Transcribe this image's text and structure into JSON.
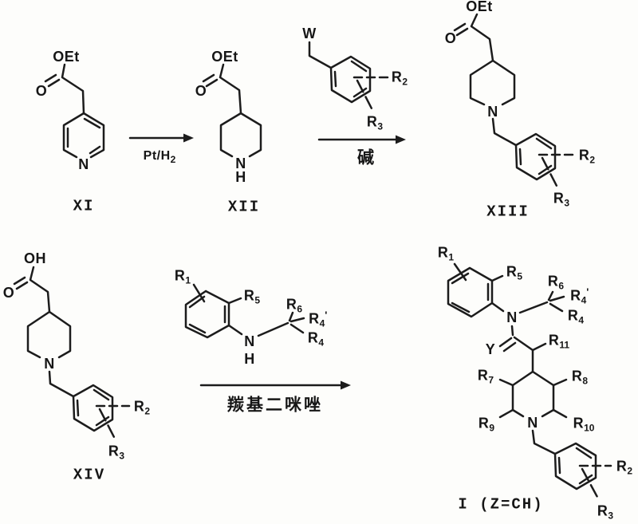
{
  "compounds": {
    "xi": {
      "oet": "OEt",
      "o": "O",
      "n": "N",
      "label": "XI"
    },
    "xii": {
      "oet": "OEt",
      "o": "O",
      "n": "N",
      "h": "H",
      "label": "XII"
    },
    "benzyl_halide": {
      "w": "W",
      "r2": {
        "b": "R",
        "s": "2"
      },
      "r3": {
        "b": "R",
        "s": "3"
      }
    },
    "xiii": {
      "oet": "OEt",
      "o": "O",
      "n": "N",
      "r2": {
        "b": "R",
        "s": "2"
      },
      "r3": {
        "b": "R",
        "s": "3"
      },
      "label": "XIII"
    },
    "xiv": {
      "oh": "OH",
      "o": "O",
      "n": "N",
      "r2": {
        "b": "R",
        "s": "2"
      },
      "r3": {
        "b": "R",
        "s": "3"
      },
      "label": "XIV"
    },
    "amine": {
      "r1": {
        "b": "R",
        "s": "1"
      },
      "r5": {
        "b": "R",
        "s": "5"
      },
      "n": "N",
      "h": "H",
      "r6": {
        "b": "R",
        "s": "6"
      },
      "r4prime": {
        "b": "R",
        "s": "4",
        "p": "'"
      },
      "r4": {
        "b": "R",
        "s": "4"
      }
    },
    "product_i": {
      "r1": {
        "b": "R",
        "s": "1"
      },
      "r5": {
        "b": "R",
        "s": "5"
      },
      "n_amide": "N",
      "y": "Y",
      "r6": {
        "b": "R",
        "s": "6"
      },
      "r4prime": {
        "b": "R",
        "s": "4",
        "p": "'"
      },
      "r4": {
        "b": "R",
        "s": "4"
      },
      "r11": {
        "b": "R",
        "s": "11"
      },
      "r7": {
        "b": "R",
        "s": "7"
      },
      "r8": {
        "b": "R",
        "s": "8"
      },
      "r9": {
        "b": "R",
        "s": "9"
      },
      "r10": {
        "b": "R",
        "s": "10"
      },
      "n_ring": "N",
      "r2": {
        "b": "R",
        "s": "2"
      },
      "r3": {
        "b": "R",
        "s": "3"
      },
      "label": "I (Z=CH)"
    }
  },
  "conditions": {
    "step1": {
      "text": "Pt/H",
      "sub": "2"
    },
    "step2": {
      "text": "碱"
    },
    "step3": {
      "text": "羰基二咪唑"
    }
  }
}
